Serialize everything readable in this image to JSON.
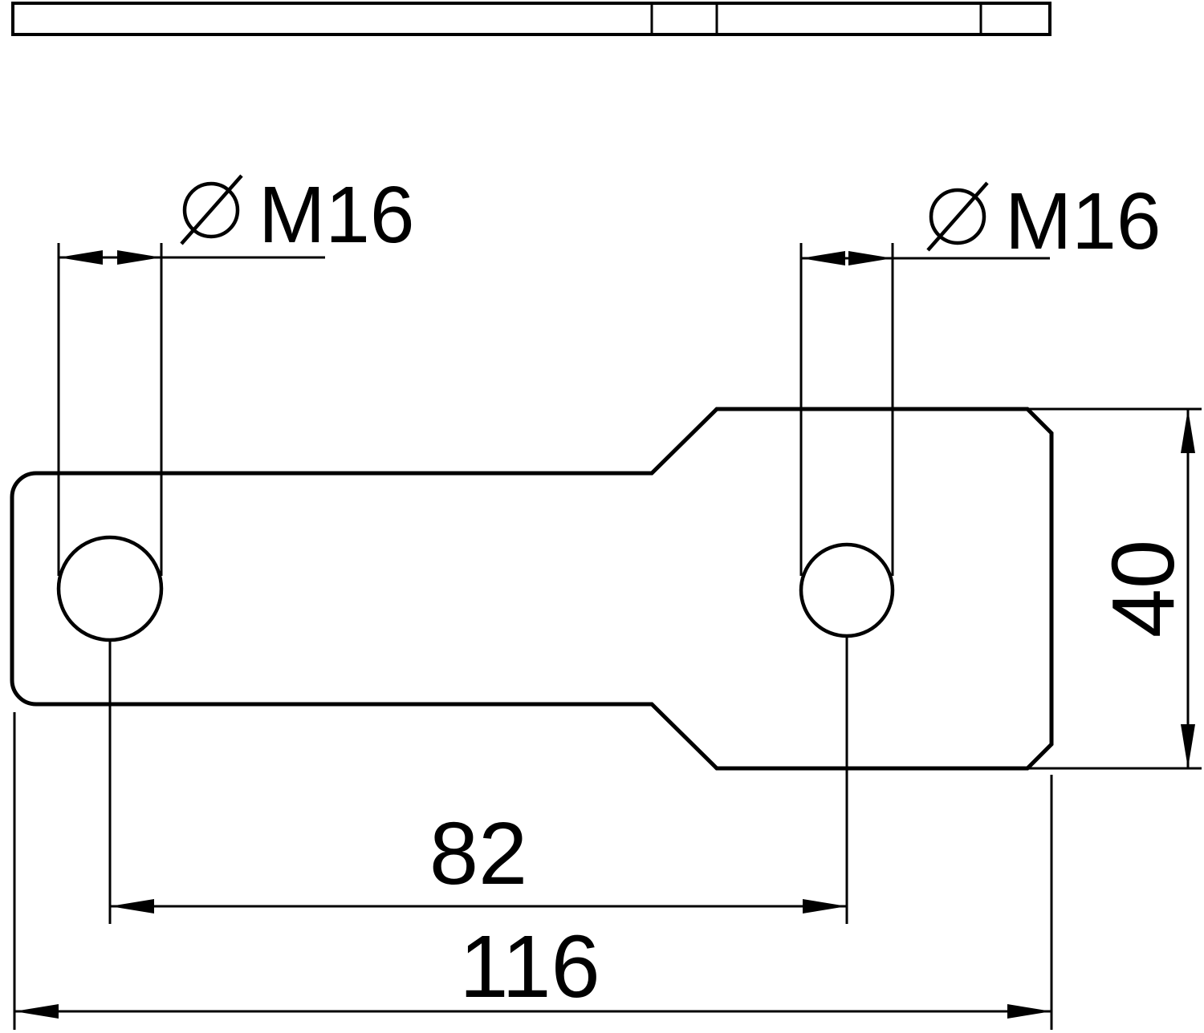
{
  "drawing": {
    "kind": "technical-dimension-drawing",
    "part_description": "flat connector strap, edge view on top, front view with two bolt holes",
    "colors": {
      "line": "#000000",
      "background": "#ffffff"
    },
    "labels": {
      "left_hole_symbol": "Ø",
      "left_hole_text": "M16",
      "right_hole_symbol": "Ø",
      "right_hole_text": "M16"
    },
    "dimensions": {
      "plate_height": "40",
      "hole_center_distance": "82",
      "overall_length": "116"
    }
  }
}
